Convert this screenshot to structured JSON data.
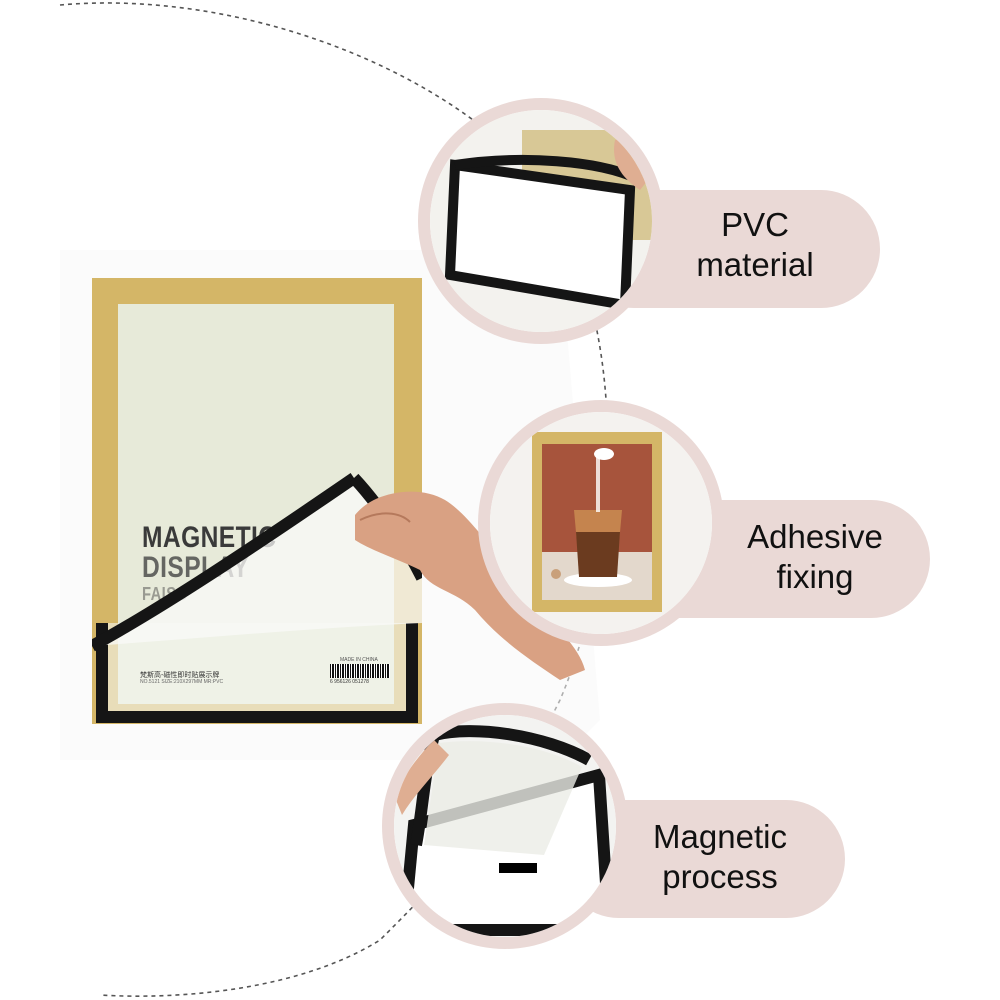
{
  "product": {
    "title_line1": "MAGNETIC",
    "title_line2": "DISPLAY",
    "title_line3": "FAISC",
    "subtitle": "梵斯高-磁性即时贴展示牌",
    "spec": "NO.5121  SIZE:210X297MM  MR:PVC",
    "made_in": "MADE IN CHINA",
    "barcode_number": "6 956126 051278"
  },
  "features": [
    {
      "line1": "PVC",
      "line2": "material"
    },
    {
      "line1": "Adhesive",
      "line2": "fixing"
    },
    {
      "line1": "Magnetic",
      "line2": "process"
    }
  ],
  "colors": {
    "pill_bg": "#ead9d6",
    "gold_frame": "#d4b667",
    "black_frame": "#151515",
    "insert_bg": "#e7ead9"
  }
}
